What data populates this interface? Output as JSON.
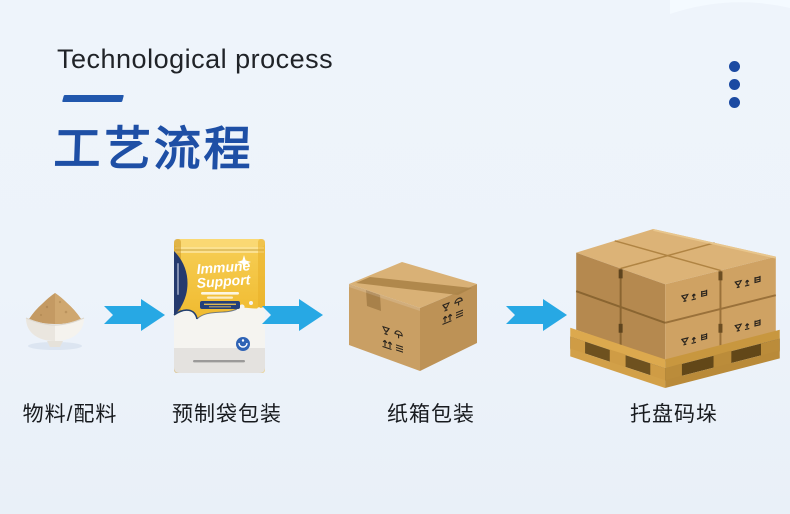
{
  "header": {
    "title_en": "Technological process",
    "title_zh": "工艺流程",
    "decorations": [
      "accent-dash",
      "vertical-ellipsis-dots",
      "top-right-wave"
    ]
  },
  "flow": {
    "arrow_icon": "right-arrow",
    "arrow_count": 3,
    "steps": [
      {
        "label": "物料/配料",
        "icon": "powder-bowl"
      },
      {
        "label": "预制袋包装",
        "icon": "stand-up-pouch"
      },
      {
        "label": "纸箱包装",
        "icon": "carton-box"
      },
      {
        "label": "托盘码垛",
        "icon": "pallet-stack"
      }
    ]
  },
  "pouch": {
    "brand_line1": "Immune",
    "brand_line2": "Support"
  },
  "colors": {
    "background": "#edf3fa",
    "accent_blue": "#1e4fa5",
    "dash_blue": "#2157ad",
    "dots_blue": "#1b4aa2",
    "arrow_cyan": "#27a8e4",
    "kraft_brown": "#c89e63",
    "pouch_gold": "#f0bc33",
    "label_dark": "#181b1f"
  }
}
